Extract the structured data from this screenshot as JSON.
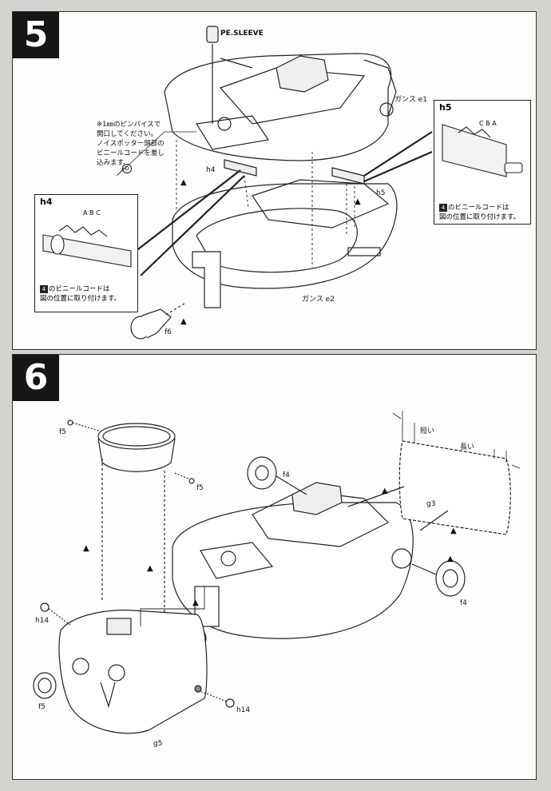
{
  "step5": {
    "number": "5",
    "pe_sleeve": "PE.SLEEVE",
    "part_e1": "ガンス e1",
    "part_e2": "ガンス e2",
    "note_lines": [
      "※1㎜のピンバイスで",
      "開口してください。",
      "ノイスポッター頭部の",
      "ビニールコードを差し",
      "込みます。"
    ],
    "ref_d": "D",
    "h4": "h4",
    "h5": "h5",
    "f6": "f6",
    "inset_h4": {
      "title": "h4",
      "badges": [
        "A",
        "B",
        "C"
      ],
      "note_badge": "4",
      "note_lines": [
        "のビニールコードは",
        "図の位置に取り付けます。"
      ]
    },
    "inset_h5": {
      "title": "h5",
      "badges": [
        "C",
        "B",
        "A"
      ],
      "note_badge": "4",
      "note_lines": [
        "のビニールコードは",
        "図の位置に取り付けます。"
      ]
    }
  },
  "step6": {
    "number": "6",
    "f5_top": "f5",
    "f5_right": "f5",
    "f4_top": "f4",
    "f4_right": "f4",
    "g3": "g3",
    "short": "短い",
    "long": "長い",
    "h14_left": "h14",
    "h14_right": "h14",
    "f5_bottom": "f5",
    "g5": "g5"
  },
  "arrow_glyph": "▲"
}
